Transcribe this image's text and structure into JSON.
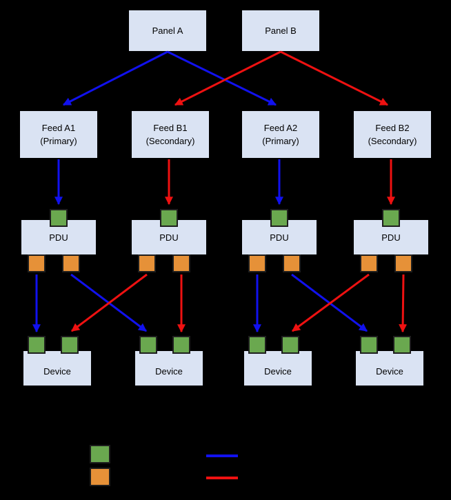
{
  "colors": {
    "background": "#000000",
    "box_fill": "#dae3f3",
    "green_port": "#6aa84f",
    "orange_port": "#e69138",
    "blue_path": "#1111ee",
    "red_path": "#ee1111"
  },
  "diagram": {
    "panels": [
      {
        "label": "Panel A"
      },
      {
        "label": "Panel B"
      }
    ],
    "feeds": [
      {
        "line1": "Feed A1",
        "line2": "(Primary)"
      },
      {
        "line1": "Feed B1",
        "line2": "(Secondary)"
      },
      {
        "line1": "Feed A2",
        "line2": "(Primary)"
      },
      {
        "line1": "Feed B2",
        "line2": "(Secondary)"
      }
    ],
    "pdus": [
      {
        "label": "PDU"
      },
      {
        "label": "PDU"
      },
      {
        "label": "PDU"
      },
      {
        "label": "PDU"
      }
    ],
    "devices": [
      {
        "label": "Device"
      },
      {
        "label": "Device"
      },
      {
        "label": "Device"
      },
      {
        "label": "Device"
      }
    ],
    "edges": [
      {
        "from": "Panel A",
        "to": "Feed A1 (Primary)",
        "color": "blue"
      },
      {
        "from": "Panel A",
        "to": "Feed A2 (Primary)",
        "color": "blue"
      },
      {
        "from": "Panel B",
        "to": "Feed B1 (Secondary)",
        "color": "red"
      },
      {
        "from": "Panel B",
        "to": "Feed B2 (Secondary)",
        "color": "red"
      },
      {
        "from": "Feed A1 (Primary)",
        "to": "PDU 1 input",
        "color": "blue"
      },
      {
        "from": "Feed B1 (Secondary)",
        "to": "PDU 2 input",
        "color": "red"
      },
      {
        "from": "Feed A2 (Primary)",
        "to": "PDU 3 input",
        "color": "blue"
      },
      {
        "from": "Feed B2 (Secondary)",
        "to": "PDU 4 input",
        "color": "red"
      },
      {
        "from": "PDU 1 output left",
        "to": "Device 1 input left",
        "color": "blue"
      },
      {
        "from": "PDU 1 output right",
        "to": "Device 2 input left",
        "color": "blue"
      },
      {
        "from": "PDU 2 output left",
        "to": "Device 1 input right",
        "color": "red"
      },
      {
        "from": "PDU 2 output right",
        "to": "Device 2 input right",
        "color": "red"
      },
      {
        "from": "PDU 3 output left",
        "to": "Device 3 input left",
        "color": "blue"
      },
      {
        "from": "PDU 3 output right",
        "to": "Device 4 input left",
        "color": "blue"
      },
      {
        "from": "PDU 4 output left",
        "to": "Device 3 input right",
        "color": "red"
      },
      {
        "from": "PDU 4 output right",
        "to": "Device 4 input right",
        "color": "red"
      }
    ]
  },
  "legend": {
    "swatches": [
      "green-port",
      "orange-port",
      "blue-path",
      "red-path"
    ]
  }
}
